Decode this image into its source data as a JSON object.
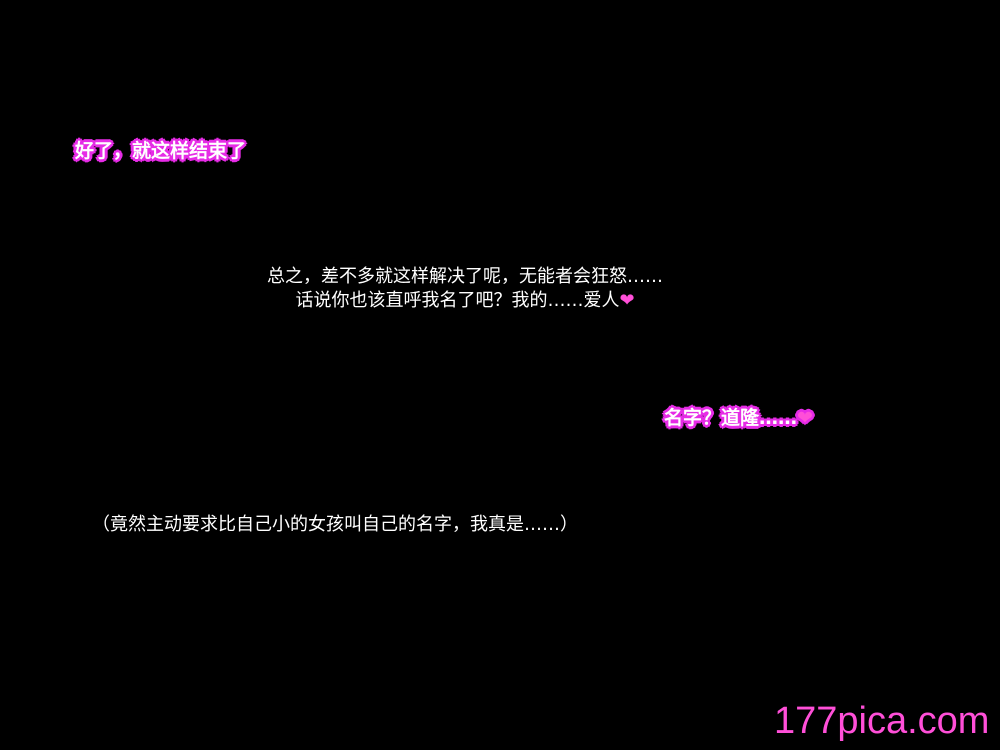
{
  "lines": {
    "line1": "好了，就这样结束了",
    "line2": "总之，差不多就这样解决了呢，无能者会狂怒……",
    "line3": "话说你也该直呼我名了吧？我的……爱人",
    "line3_heart": "❤",
    "line4": "名字？道隆……",
    "line4_heart": "❤",
    "line5": "（竟然主动要求比自己小的女孩叫自己的名字，我真是……）"
  },
  "watermark": "177pica.com",
  "colors": {
    "background": "#000000",
    "outline": "#e62be6",
    "heart": "#ff4fd8",
    "watermark": "#ff4fd8",
    "text": "#ffffff"
  }
}
